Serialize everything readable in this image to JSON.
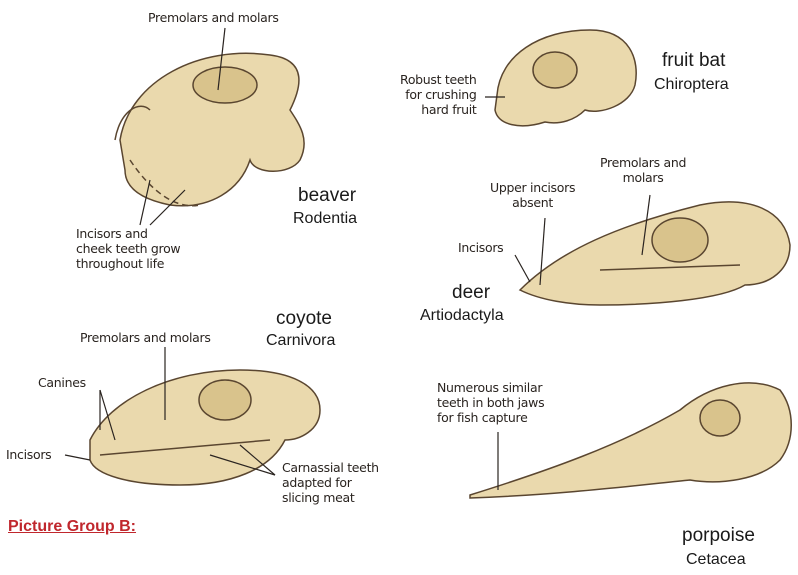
{
  "heading": "Picture Group B:",
  "colors": {
    "heading": "#c0272d",
    "bone": "#ead9ad",
    "outline": "#5a4630"
  },
  "skulls": {
    "beaver": {
      "name": "beaver",
      "order": "Rodentia",
      "labels": [
        "Premolars and molars",
        "Incisors and\ncheek teeth grow\nthroughout life"
      ]
    },
    "fruit_bat": {
      "name": "fruit bat",
      "order": "Chiroptera",
      "labels": [
        "Robust teeth\nfor crushing\nhard fruit"
      ]
    },
    "deer": {
      "name": "deer",
      "order": "Artiodactyla",
      "labels": [
        "Premolars and\nmolars",
        "Upper incisors\nabsent",
        "Incisors"
      ]
    },
    "coyote": {
      "name": "coyote",
      "order": "Carnivora",
      "labels": [
        "Premolars and molars",
        "Canines",
        "Incisors",
        "Carnassial teeth\nadapted for\nslicing meat"
      ]
    },
    "porpoise": {
      "name": "porpoise",
      "order": "Cetacea",
      "labels": [
        "Numerous similar\nteeth in both jaws\nfor fish capture"
      ]
    }
  }
}
